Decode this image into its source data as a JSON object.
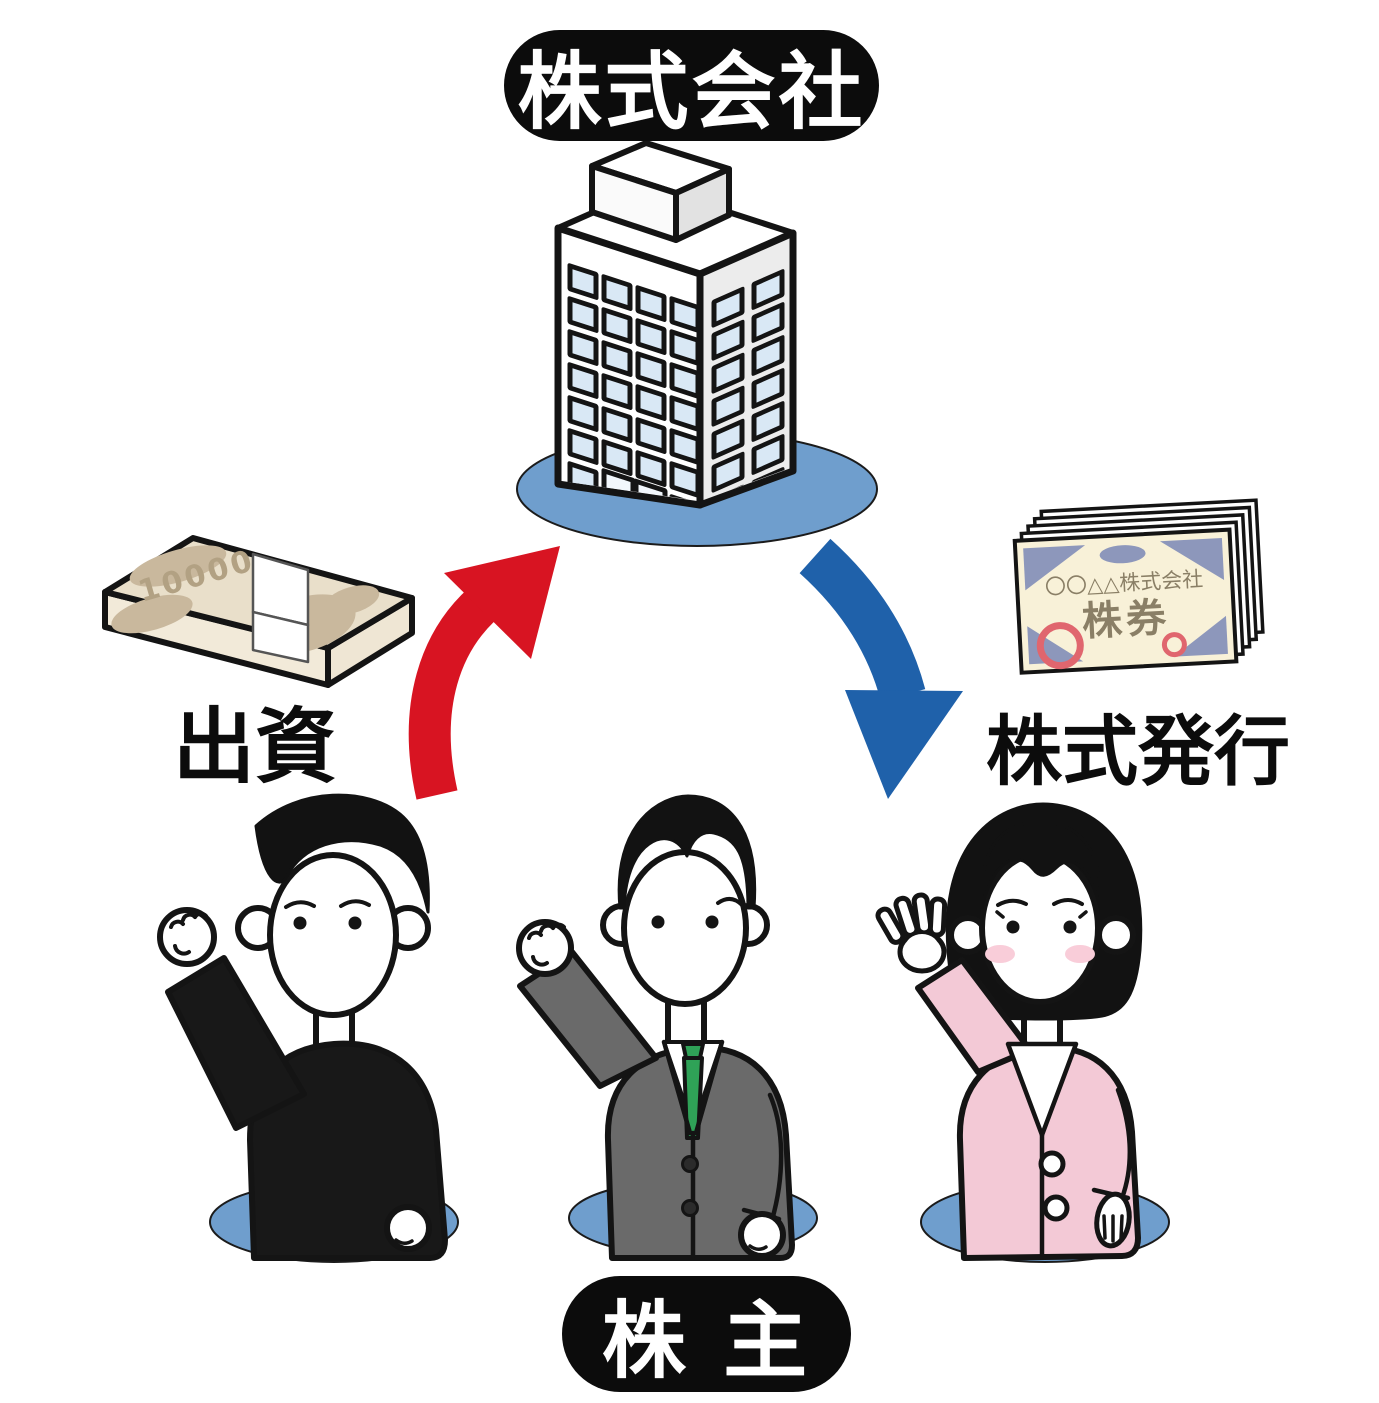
{
  "company": {
    "label": "株式会社"
  },
  "shareholders": {
    "label": "株 主"
  },
  "investment": {
    "label": "出資"
  },
  "stock_issuance": {
    "label": "株式発行"
  },
  "money": {
    "denomination": "10000"
  },
  "certificate": {
    "company_name": "〇〇△△株式会社",
    "title": "株券"
  },
  "colors": {
    "arrow_red": "#d81422",
    "arrow_blue": "#1f61aa",
    "base_ellipse": "#6f9ecd",
    "window_blue": "#d9e8f5",
    "suit_gray": "#6a6a6a",
    "tie_green": "#2fa257",
    "cardigan_pink": "#f3c9d6",
    "certificate_cream": "#f8f1d8",
    "certificate_corner": "#8d97bb",
    "certificate_ink": "#8a7f66",
    "stamp_red": "#e0666e",
    "money_top": "#e9dfca",
    "money_blob": "#c9b89d",
    "money_ink": "#b2a183"
  }
}
